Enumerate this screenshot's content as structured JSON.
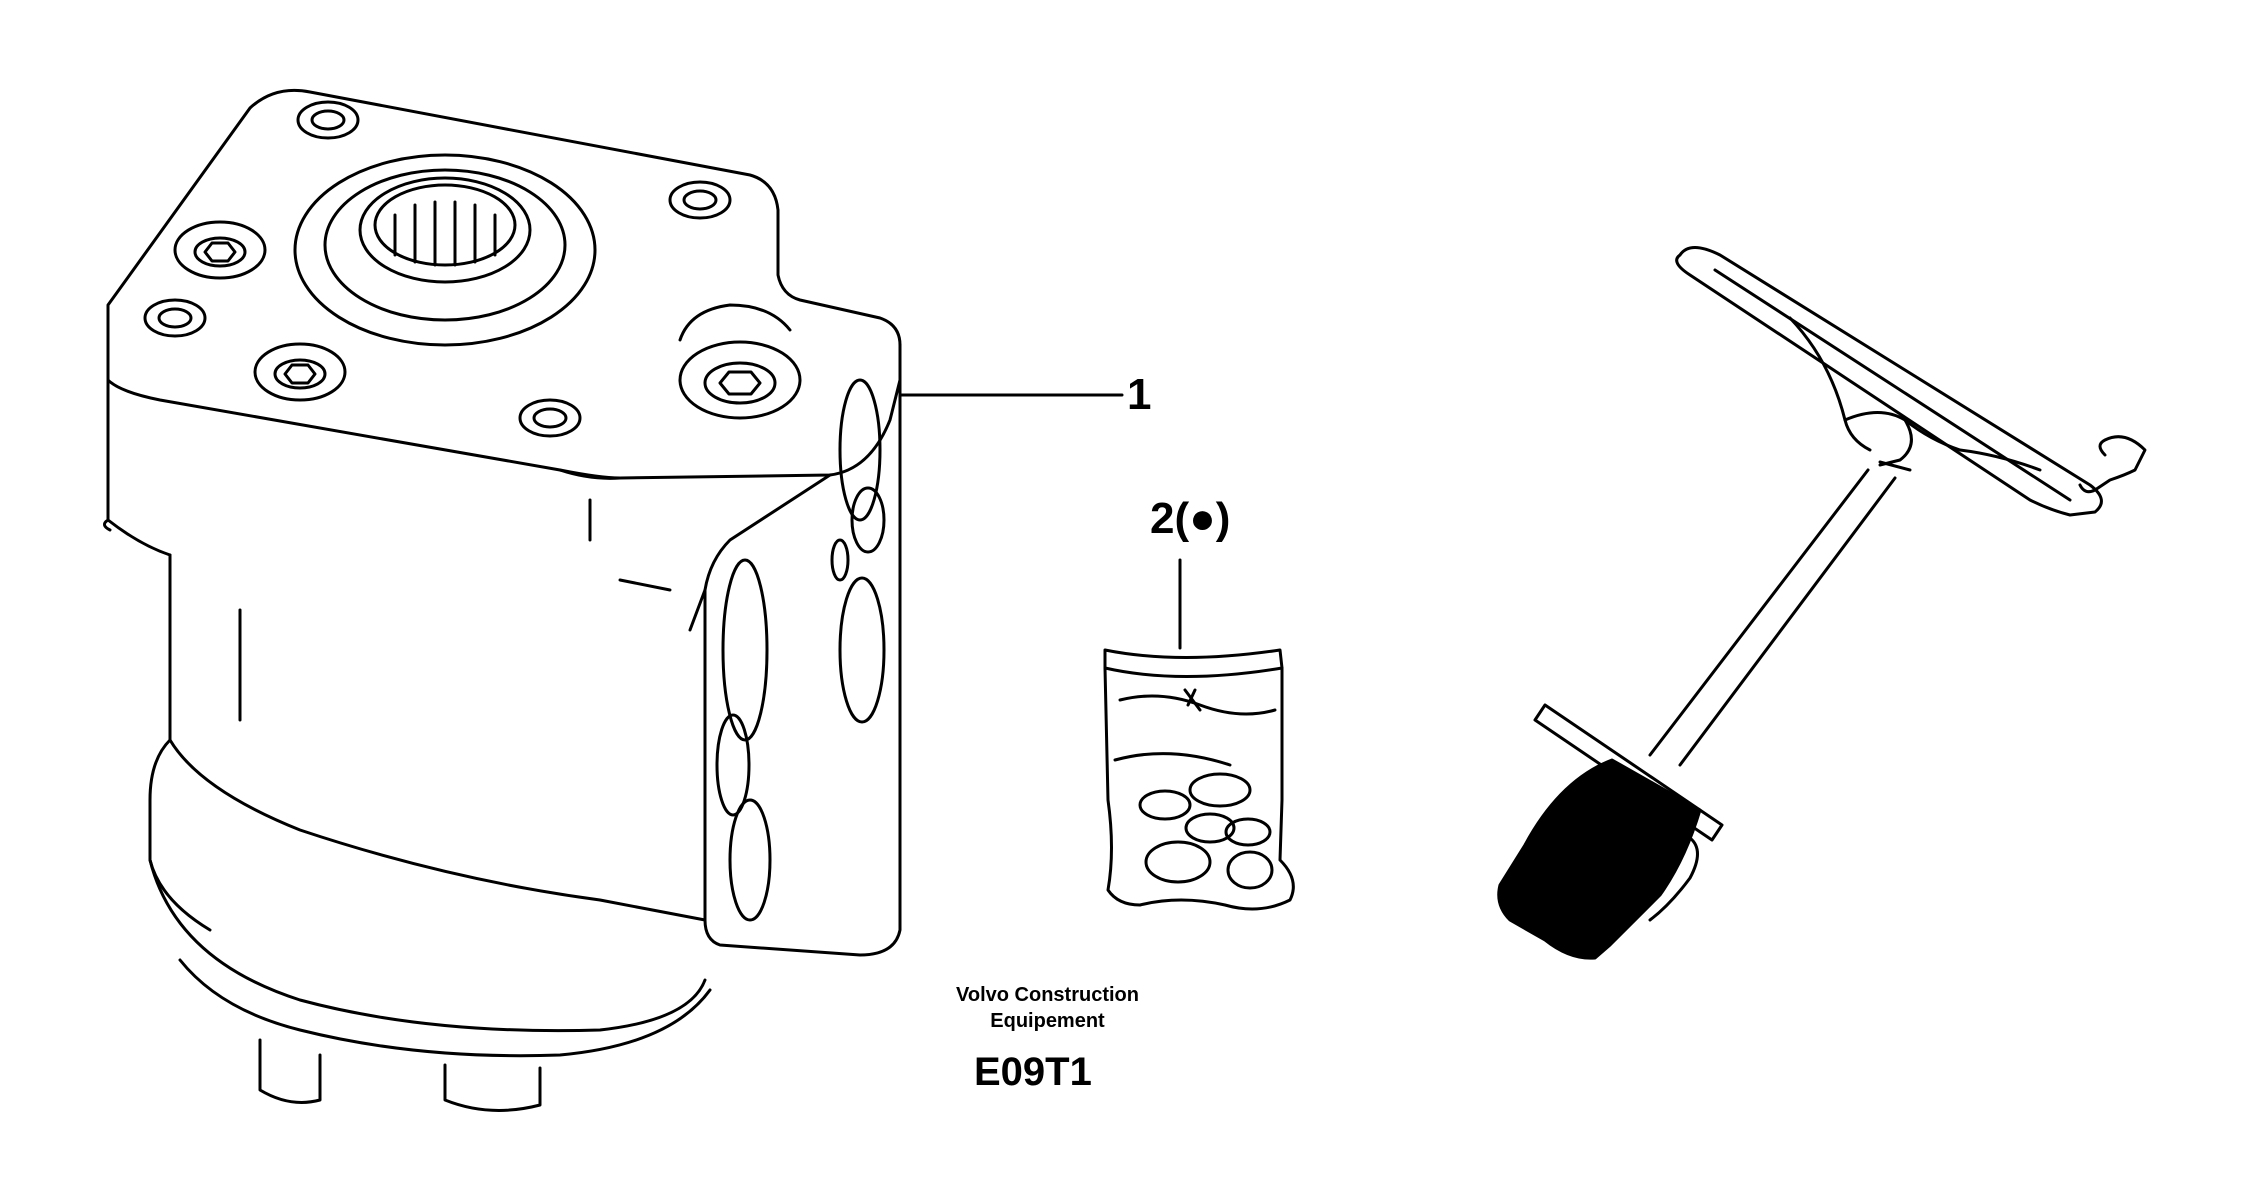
{
  "labels": {
    "callout_1": "1",
    "callout_2": "2(●)",
    "publisher_line1": "Volvo Construction",
    "publisher_line2": "Equipement",
    "figure_code": "E09T1"
  },
  "icons": {
    "steering_unit": "steering-control-valve-icon",
    "seal_kit": "seal-kit-bag-icon",
    "steering_wheel": "steering-wheel-column-icon"
  },
  "colors": {
    "line": "#000000",
    "background": "#ffffff"
  }
}
